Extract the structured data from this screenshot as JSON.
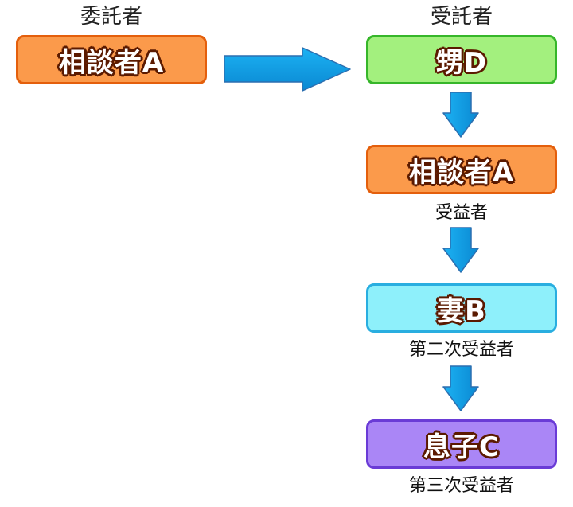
{
  "trustor": {
    "header": "委託者",
    "node_label": "相談者A",
    "color": "#fb9a4b"
  },
  "trustee": {
    "header": "受託者",
    "node_label": "甥D",
    "color": "#a3f07e"
  },
  "beneficiaries": [
    {
      "node_label": "相談者A",
      "caption": "受益者",
      "color": "#fb9a4b"
    },
    {
      "node_label": "妻B",
      "caption": "第二次受益者",
      "color": "#8ef0fb"
    },
    {
      "node_label": "息子C",
      "caption": "第三次受益者",
      "color": "#aa86f6"
    }
  ],
  "arrow_color": "#0a9de3"
}
